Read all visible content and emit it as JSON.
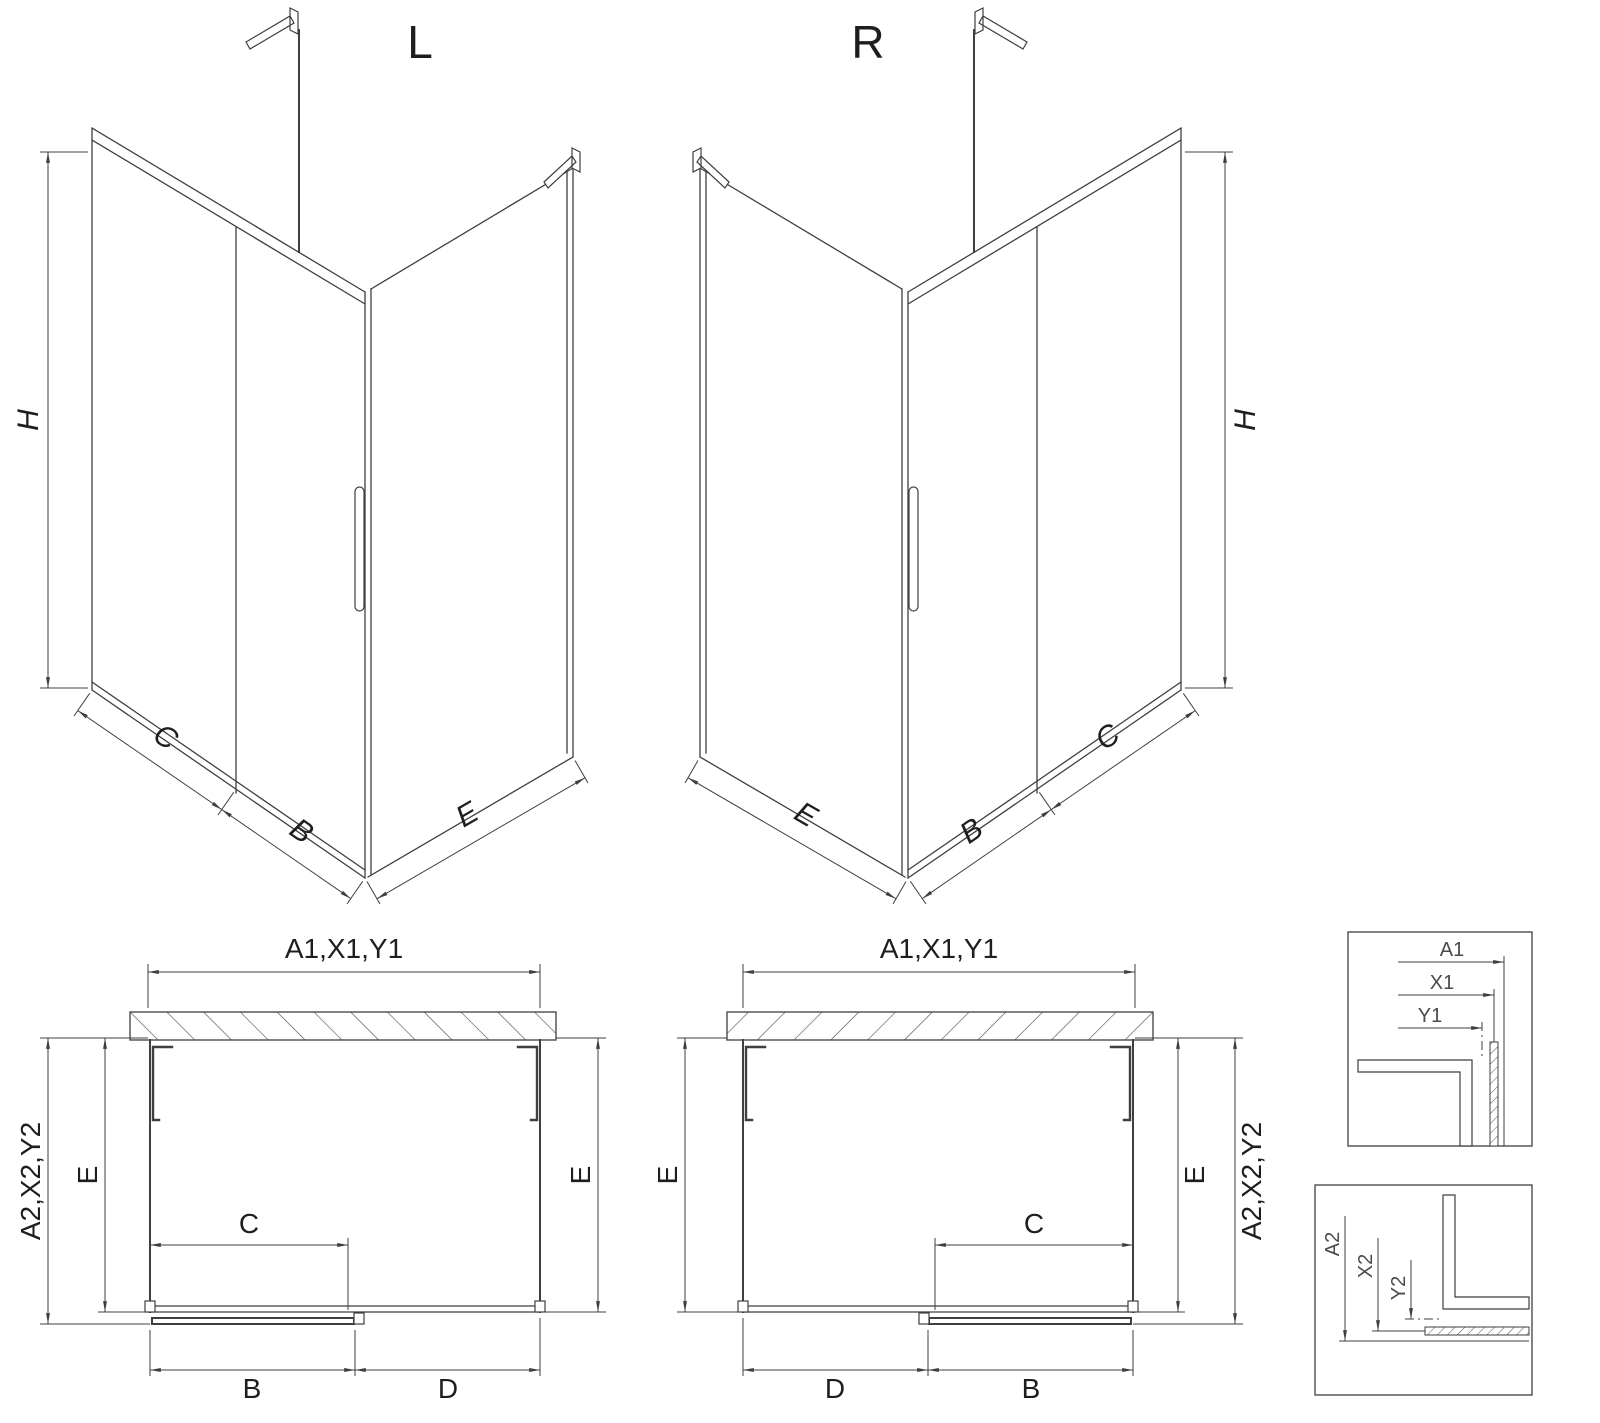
{
  "colors": {
    "line": "#3f3f3f",
    "text": "#1e1e1e",
    "background": "#ffffff"
  },
  "iso_left": {
    "label": "L",
    "h": "H",
    "c": "C",
    "b": "B",
    "e": "E"
  },
  "iso_right": {
    "label": "R",
    "h": "H",
    "c": "C",
    "b": "B",
    "e": "E"
  },
  "plan_left": {
    "width": "A1,X1,Y1",
    "depth_total": "A2,X2,Y2",
    "depth_inner": "E",
    "depth_far": "E",
    "c": "C",
    "b": "B",
    "d": "D"
  },
  "plan_right": {
    "width": "A1,X1,Y1",
    "depth_total": "A2,X2,Y2",
    "depth_inner": "E",
    "depth_far": "E",
    "c": "C",
    "b": "B",
    "d": "D"
  },
  "detail_top": {
    "a": "A1",
    "x": "X1",
    "y": "Y1"
  },
  "detail_bottom": {
    "a": "A2",
    "x": "X2",
    "y": "Y2"
  }
}
